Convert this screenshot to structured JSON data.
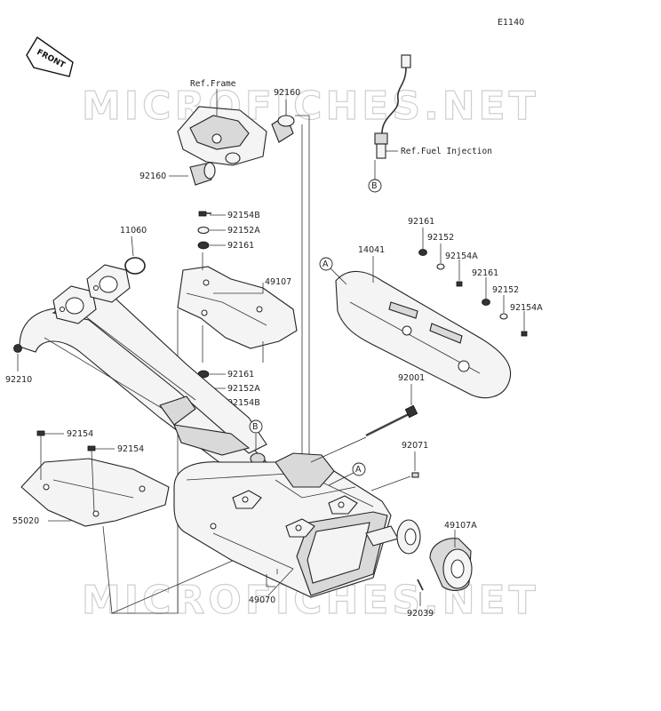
{
  "diagram": {
    "code": "E1140",
    "front_label": "FRONT",
    "watermark_top": "MICROFICHES.NET",
    "watermark_bottom": "MICROFICHES.NET",
    "ref_frame": "Ref.Frame",
    "ref_fuel_injection": "Ref.Fuel Injection",
    "callouts": {
      "b_sensor": "B",
      "b_pipe": "B",
      "a_cover": "A",
      "a_muffler": "A"
    },
    "parts": {
      "p92160_top": "92160",
      "p92160_left": "92160",
      "p92154b_top": "92154B",
      "p92152a_top": "92152A",
      "p92161_top": "92161",
      "p11060": "11060",
      "p49107": "49107",
      "p92210": "92210",
      "p92161_mid": "92161",
      "p92152a_mid": "92152A",
      "p92154b_mid": "92154B",
      "p92154_a": "92154",
      "p92154_b": "92154",
      "p55020": "55020",
      "p49070": "49070",
      "p14041": "14041",
      "p92161_r1": "92161",
      "p92152_r1": "92152",
      "p92154a_r1": "92154A",
      "p92161_r2": "92161",
      "p92152_r2": "92152",
      "p92154a_r2": "92154A",
      "p92001": "92001",
      "p92071": "92071",
      "p49107a": "49107A",
      "p92039": "92039"
    }
  }
}
